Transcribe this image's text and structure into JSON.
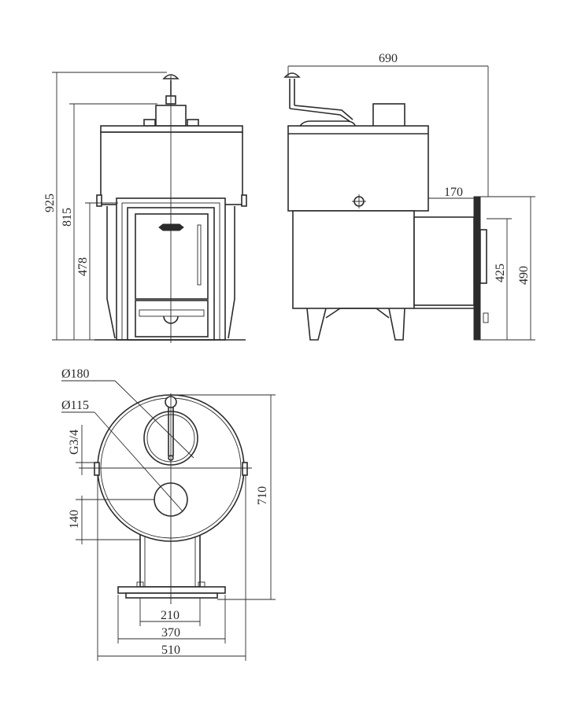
{
  "colors": {
    "line": "#2b2b2b",
    "background": "#ffffff"
  },
  "front_view": {
    "dimensions": {
      "total_height": "925",
      "chimney_height": "815",
      "door_height": "478"
    }
  },
  "side_view": {
    "dimensions": {
      "depth": "690",
      "tunnel_length": "170",
      "door_height": "425",
      "tunnel_height": "490"
    }
  },
  "top_view": {
    "dimensions": {
      "chimney_diameter": "Ø180",
      "tank_pipe_diameter": "Ø115",
      "thread": "G3/4",
      "offset": "140",
      "length": "710",
      "tunnel_width": "210",
      "frame_width": "370",
      "overall_width": "510"
    }
  }
}
